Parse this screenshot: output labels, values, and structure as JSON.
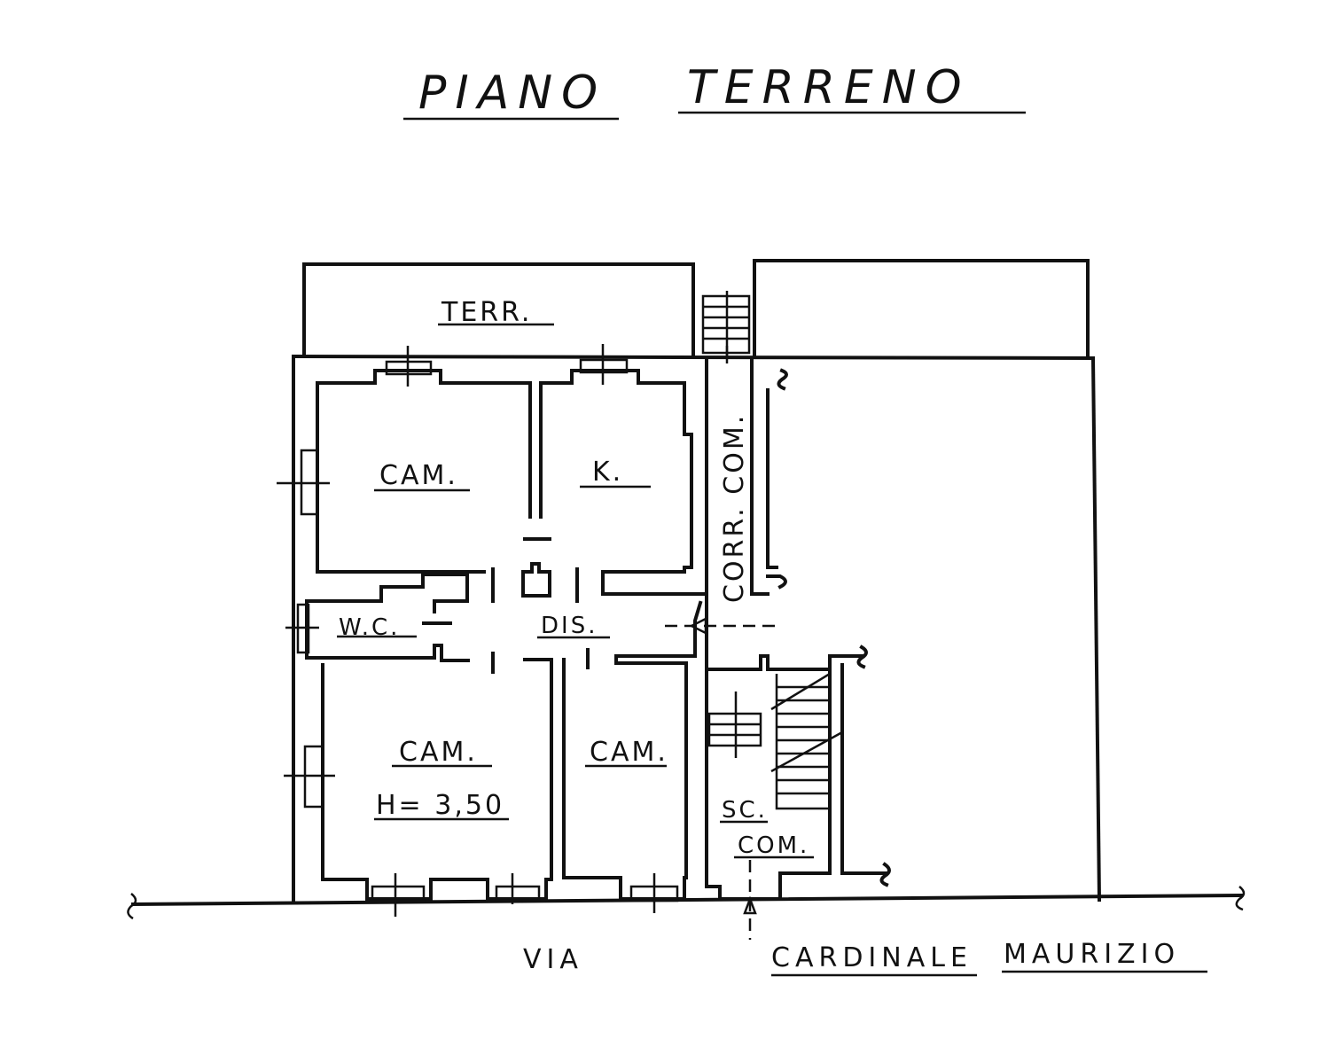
{
  "title": {
    "part1": "PIANO",
    "part2": "TERRENO"
  },
  "rooms": {
    "terrace": "TERR.",
    "bedroom_top": "CAM.",
    "kitchen": "K.",
    "corridor": "CORR. COM.",
    "wc": "W.C.",
    "landing": "DIS.",
    "bedroom_bottom": "CAM.",
    "height_note": "H= 3,50",
    "bedroom_small": "CAM.",
    "stair_line1": "SC.",
    "stair_line2": "COM."
  },
  "street": {
    "prefix": "VIA",
    "name1": "CARDINALE",
    "name2": "MAURIZIO"
  }
}
